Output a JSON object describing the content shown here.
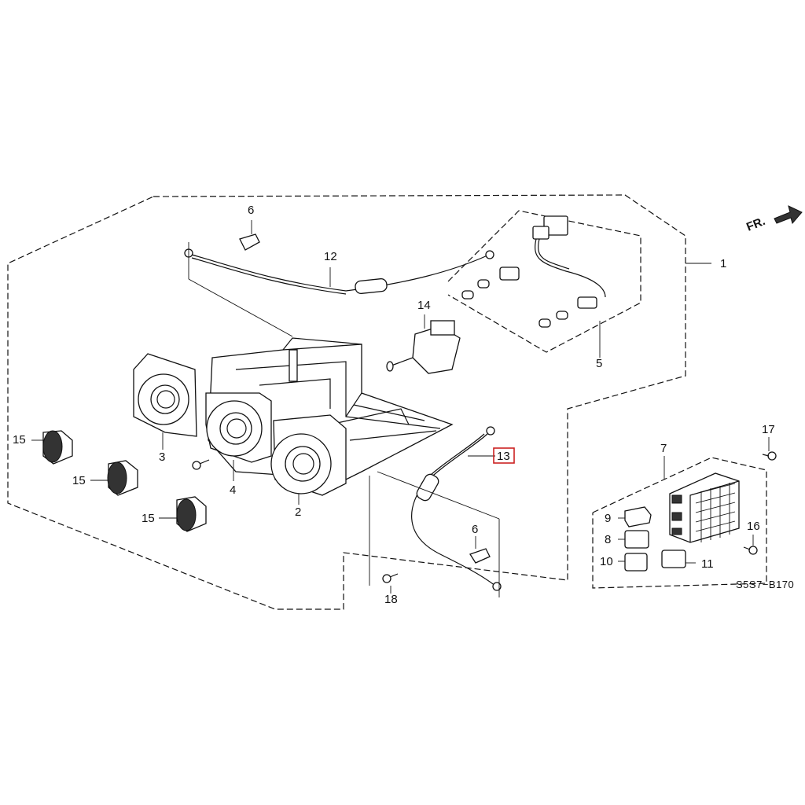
{
  "diagram": {
    "direction_label": "FR.",
    "code": "S5S7−B170",
    "highlighted_part": "13",
    "parts": {
      "p1": "1",
      "p2": "2",
      "p3": "3",
      "p4": "4",
      "p5": "5",
      "p6a": "6",
      "p6b": "6",
      "p7": "7",
      "p8": "8",
      "p9": "9",
      "p10": "10",
      "p11": "11",
      "p12": "12",
      "p13": "13",
      "p14": "14",
      "p15a": "15",
      "p15b": "15",
      "p15c": "15",
      "p16": "16",
      "p17": "17",
      "p18": "18"
    },
    "colors": {
      "highlight": "#cc2222",
      "ink": "#111111"
    }
  }
}
